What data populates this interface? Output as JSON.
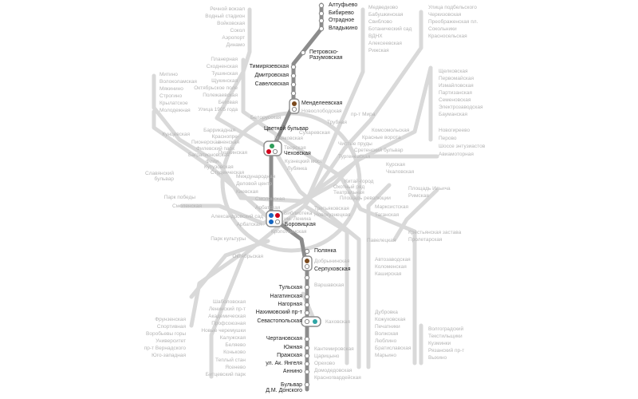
{
  "colors": {
    "inactive_line": "#d9d9d9",
    "active_line": "#8c8c8c",
    "inactive_text": "#b4b4b4",
    "active_text": "#222222",
    "transfer_green": "#2e9d5a",
    "transfer_red": "#d0021b",
    "transfer_blue": "#1565c0",
    "transfer_teal": "#2fa5a5",
    "transfer_brown": "#7b4a1e"
  },
  "highlighted_line": "Серпуховско-Тимирязевская",
  "stations": {
    "altufyevo": "Алтуфьево",
    "bibirevo": "Бибирево",
    "otradnoe": "Отрадное",
    "vladykino": "Владыкино",
    "petrovsko": "Петровско-\nРазумовская",
    "timiryazevskaya": "Тимирязевская",
    "dmitrovskaya": "Дмитровская",
    "savelovskaya": "Савеловская",
    "mendeleevskaya": "Менделеевская",
    "novoslobodskaya": "Новослободская",
    "tsvetnoy": "Цветной бульвар",
    "chekhovskaya": "Чеховская",
    "borovitskaya": "Боровицкая",
    "polyanka": "Полянка",
    "serpukhovskaya": "Серпуховская",
    "dobryninskaya": "Добрынинская",
    "tulskaya": "Тульская",
    "nagatinskaya": "Нагатинская",
    "nagornaya": "Нагорная",
    "nakhimovsky": "Нахимовский пр-т",
    "sevastopolskaya": "Севастопольская",
    "kakhovskaya": "Каховская",
    "chertanovskaya": "Чертановская",
    "yuzhnaya": "Южная",
    "prazhskaya": "Пражская",
    "yangelya": "ул. Ак. Янгеля",
    "annino": "Аннино",
    "dmdonskogo": "Бульвар\nД.М. Донского"
  },
  "labels": {
    "rechnoy": "Речной вокзал",
    "vodny": "Водный стадион",
    "voykovskaya": "Войковская",
    "sokol": "Сокол",
    "aeroport": "Аэропорт",
    "dinamo": "Динамо",
    "medvedkovo": "Медведково",
    "babushkinskaya": "Бабушкинская",
    "sviblovo": "Свиблово",
    "botsad": "Ботанический сад",
    "vdnh": "ВДНХ",
    "alekseevskaya": "Алексеевская",
    "rizhskaya": "Рижская",
    "ul_podbelskogo": "Улица подбельского",
    "cherkizovskaya": "Черкизовская",
    "preobrazhenskaya": "Преображенская пл.",
    "sokolniki": "Сокольники",
    "krasnoselskaya": "Красносельская",
    "planernaya": "Планерная",
    "skhodnenskaya": "Сходненская",
    "tushinskaya": "Тушинская",
    "shchukinskaya": "Щукинская",
    "oktyabrskoe": "Октябрьское поле",
    "polezhaevskaya": "Полежаевская",
    "begovaya": "Беговая",
    "ul1905": "Улица 1905 года",
    "mitino": "Митино",
    "volokolamskaya": "Волоколамская",
    "myakinino": "Мякинино",
    "strogino": "Строгино",
    "krylatskoe": "Крылатское",
    "molodezhnaya": "Молодежная",
    "shchelkovskaya": "Щелковская",
    "pervomayskaya": "Первомайская",
    "izmaylovskaya": "Измайловская",
    "partizanskaya": "Партизанская",
    "semenovskaya": "Семеновская",
    "elektrozavodskaya": "Электрозаводская",
    "baumanskaya": "Бауманская",
    "belorusskaya": "Белорусская",
    "barrikadnaya": "Баррикадная",
    "krasnopresnenskaya": "Краснопре-\nсненская",
    "pushkinskaya": "Пушкинская",
    "tverskaya": "Тверская",
    "mayakovskaya": "Маяковская",
    "sukharevskaya": "Сухаревская",
    "trubnaya": "Трубная",
    "prospekt_mira": "пр-т Мира",
    "komsomolskaya": "Комсомольская",
    "krasnye_vorota": "Красные ворота",
    "chistye_prudy": "Чистые пруды",
    "sretensky": "Сретенский бульвар",
    "turgenevskaya": "Тургеневская",
    "kuntsevskaya": "Кунцевская",
    "pionerskaya": "Пионерская",
    "filevsky": "Филевский парк",
    "bagrationovskaya": "Багратионовская",
    "fili": "Фили",
    "kutuzovskaya": "Кутузовская",
    "studencheskaya": "Студенческая",
    "slavyansky": "Славянский\nбульвар",
    "kuznetsky": "Кузнецкий мост",
    "lubyanka": "Лубянка",
    "kurskaya": "Курская",
    "chkalovskaya": "Чкаловская",
    "novogireevo": "Новогиреево",
    "perovo": "Перово",
    "shosse": "Шоссе энтузиастов",
    "aviamotornaya": "Авиамоторная",
    "mezhdunarodnaya": "Международная",
    "delovoy": "Деловой центр",
    "kievskaya": "Киевская",
    "park_pobedy": "Парк победы",
    "smolenskaya": "Смоленская",
    "smolenskaya2": "Смоленская",
    "arbatskaya": "Арбатская",
    "aleksandrovsky": "Александровский сад",
    "biblioteka": "Библиотека\nим. Ленина",
    "okhotny": "Охотный ряд",
    "teatralnaya": "Театральная",
    "ploshchad_rev": "Площадь революции",
    "kitay_gorod": "Китай-город",
    "ploshchad_ilicha": "Площадь Ильича",
    "rimskaya": "Римская",
    "marksistskaya": "Марксистская",
    "taganskaya": "Таганская",
    "tretyakovskaya": "Третьяковская",
    "novokuznetskaya": "Новокузнецкая",
    "kropotkinskaya": "Кропоткинская",
    "park_kultury": "Парк культуры",
    "oktyabrskaya": "Октябрьская",
    "paveletskaya": "Павелецкая",
    "krestyanskaya": "Крестьянская застава",
    "proletarskaya": "Пролетарская",
    "avtozavodskaya": "Автозаводская",
    "kolomenskaya": "Коломенская",
    "kashirskaya": "Каширская",
    "varshavskaya": "Варшавская",
    "shabolovskaya": "Шаболовская",
    "leninsky": "Ленинский пр-т",
    "akademicheskaya": "Академическая",
    "profsoyuznaya": "Профсоюзная",
    "novye_cheremushki": "Новые черемушки",
    "kaluzhskaya": "Калужская",
    "belyaevo": "Беляево",
    "konkovo": "Коньково",
    "tyoply_stan": "Теплый стан",
    "yasenevo": "Ясенево",
    "bittsevsky": "Битцевский парк",
    "frunzenskaya": "Фрунзенская",
    "sportivnaya": "Спортивная",
    "vorobyovy": "Воробьевы горы",
    "universitet": "Университет",
    "vernadskogo": "пр-т Вернадского",
    "yugo_zapadnaya": "Юго-западная",
    "kantemirovskaya": "Кантемировская",
    "tsaritsyno": "Царицыно",
    "orekhovo": "Орехово",
    "domodedovskaya": "Домодедовская",
    "krasnogvardeyskaya": "Красногвардейская",
    "dubrovka": "Дубровка",
    "kozhukhovskaya": "Кожуховская",
    "pechatniki": "Печатники",
    "volzhskaya": "Волжская",
    "lyublino": "Люблино",
    "bratislavskaya": "Братиславская",
    "marino": "Марьино",
    "volgogradsky": "Волгоградский",
    "tekstilshchiki": "Текстильщики",
    "kuzminki": "Кузминки",
    "ryazansky": "Рязанский пр-т",
    "vykhino": "Выхино"
  }
}
